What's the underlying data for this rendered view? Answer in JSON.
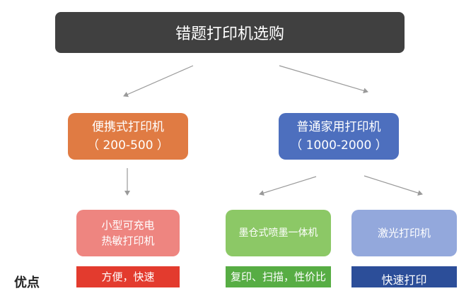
{
  "root": {
    "label": "错题打印机选购"
  },
  "portable": {
    "label": "便携式打印机",
    "price": "（ 200-500 ）"
  },
  "home": {
    "label": "普通家用打印机",
    "price": "（ 1000-2000 ）"
  },
  "small_thermal": {
    "line1": "小型可充电",
    "line2": "热敏打印机"
  },
  "inkjet": {
    "label": "墨仓式喷墨一体机"
  },
  "laser": {
    "label": "激光打印机"
  },
  "bottom": {
    "small_thermal": "方便，快速",
    "inkjet": "复印、扫描，性价比",
    "laser": "快速打印"
  },
  "side_label": "优点",
  "colors": {
    "root": "#404040",
    "portable": "#e07b43",
    "home": "#4d6fbe",
    "small_thermal": "#ee8580",
    "inkjet": "#8cc866",
    "laser": "#93a8dc",
    "arrow": "#9a9a9a"
  }
}
